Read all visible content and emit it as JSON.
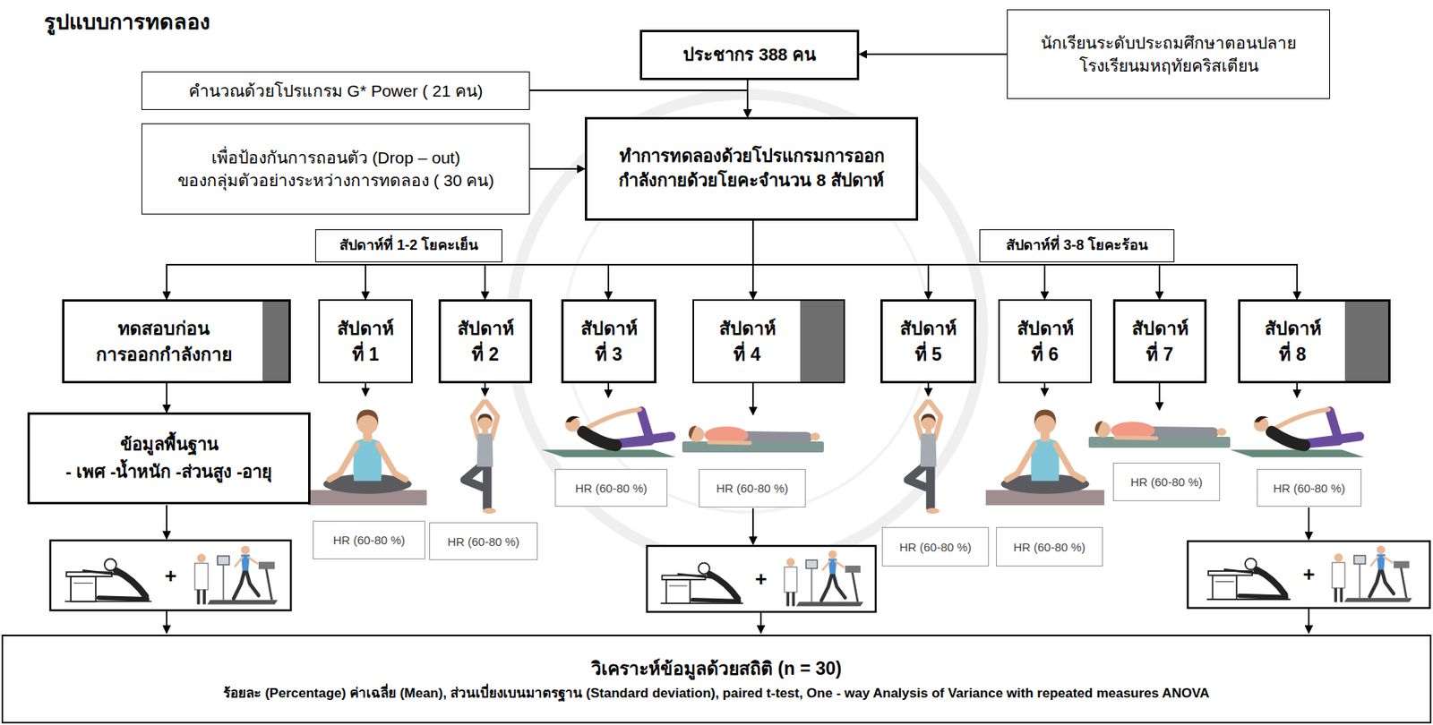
{
  "diagram": {
    "title": "รูปแบบการทดลอง",
    "nodes": [
      {
        "text": [
          "ประชากร 388 คน"
        ]
      },
      {
        "text": [
          "นักเรียนระดับประถมศึกษาตอนปลาย โรงเรียนมหฤทัยคริสเตียน"
        ]
      },
      {
        "text": [
          "คำนวณด้วยโปรแกรม G* Power ( 21 คน)"
        ]
      },
      {
        "text": [
          "เพื่อป้องกันการถอนตัว (Drop – out) ของกลุ่มตัวอย่างระหว่างการทดลอง ( 30 คน)"
        ]
      },
      {
        "text": [
          "ทำการทดลองด้วยโปรแกรมการออก กำลังกายด้วยโยคะจำนวน 8 สัปดาห์"
        ]
      },
      {
        "text": [
          "สัปดาห์ที่ 1-2 โยคะเย็น"
        ]
      },
      {
        "text": [
          "สัปดาห์ที่ 3-8 โยคะร้อน"
        ]
      },
      {
        "text": [
          "ทดสอบก่อน การออกกำลังกาย"
        ]
      },
      {
        "text": [
          "สัปดาห์ ที่ 1"
        ]
      },
      {
        "text": [
          "สัปดาห์ ที่ 2"
        ]
      },
      {
        "text": [
          "สัปดาห์ ที่ 3"
        ]
      },
      {
        "text": [
          "สัปดาห์ ที่ 4"
        ]
      },
      {
        "text": [
          "สัปดาห์ ที่ 5"
        ]
      },
      {
        "text": [
          "สัปดาห์ ที่ 6"
        ]
      },
      {
        "text": [
          "สัปดาห์ ที่ 7"
        ]
      },
      {
        "text": [
          "สัปดาห์ ที่ 8"
        ]
      },
      {
        "text": [
          "ข้อมูลพื้นฐาน",
          "- เพศ -น้ำหนัก -ส่วนสูง -อายุ"
        ]
      },
      {
        "text": [
          "HR (60-80 %)"
        ]
      },
      {
        "text": [
          "HR (60-80 %)"
        ]
      },
      {
        "text": [
          "HR (60-80 %)"
        ]
      },
      {
        "text": [
          "HR (60-80 %)"
        ]
      },
      {
        "text": [
          "HR (60-80 %)"
        ]
      },
      {
        "text": [
          "HR (60-80 %)"
        ]
      },
      {
        "text": [
          "HR (60-80 %)"
        ]
      },
      {
        "text": [
          "HR (60-80 %)"
        ]
      },
      {
        "text": [
          "วิเคราะห์ข้อมูลด้วยสถิติ (n = 30)",
          "ร้อยละ (Percentage) ค่าเฉลี่ย (Mean), ส่วนเบี่ยงเบนมาตรฐาน (Standard deviation), paired t-test, One - way Analysis of Variance with repeated measures ANOVA"
        ]
      }
    ],
    "edges": [
      {
        "from": 1,
        "to": 0,
        "arrow": "to"
      },
      {
        "from": 0,
        "to": 4,
        "arrow": "to"
      },
      {
        "from": 2,
        "to": 4,
        "arrow": "to"
      },
      {
        "from": 3,
        "to": 4,
        "arrow": "to"
      },
      {
        "from": 4,
        "to": 7,
        "arrow": "to"
      },
      {
        "from": 4,
        "to": 8,
        "arrow": "to"
      },
      {
        "from": 4,
        "to": 9,
        "arrow": "to"
      },
      {
        "from": 4,
        "to": 10,
        "arrow": "to"
      },
      {
        "from": 4,
        "to": 11,
        "arrow": "to"
      },
      {
        "from": 4,
        "to": 12,
        "arrow": "to"
      },
      {
        "from": 4,
        "to": 13,
        "arrow": "to"
      },
      {
        "from": 4,
        "to": 14,
        "arrow": "to"
      },
      {
        "from": 4,
        "to": 15,
        "arrow": "to"
      },
      {
        "from": 7,
        "to": 16,
        "arrow": "to"
      }
    ],
    "labels": [
      "+",
      "+",
      "+"
    ]
  }
}
